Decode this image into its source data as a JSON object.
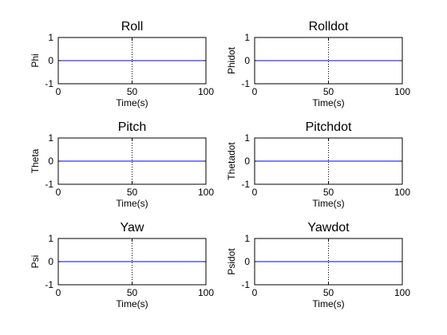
{
  "chart_data": [
    {
      "type": "line",
      "title": "Roll",
      "xlabel": "Time(s)",
      "ylabel": "Phi",
      "xlim": [
        0,
        100
      ],
      "ylim": [
        -1,
        1
      ],
      "xticks": [
        0,
        50,
        100
      ],
      "yticks": [
        -1,
        0,
        1
      ],
      "x": [
        0,
        100
      ],
      "y": [
        0,
        0
      ],
      "marker_line_x": 50,
      "line_color": "#0000ff"
    },
    {
      "type": "line",
      "title": "Rolldot",
      "xlabel": "Time(s)",
      "ylabel": "Phidot",
      "xlim": [
        0,
        100
      ],
      "ylim": [
        -1,
        1
      ],
      "xticks": [
        0,
        50,
        100
      ],
      "yticks": [
        -1,
        0,
        1
      ],
      "x": [
        0,
        100
      ],
      "y": [
        0,
        0
      ],
      "marker_line_x": 50,
      "line_color": "#0000ff"
    },
    {
      "type": "line",
      "title": "Pitch",
      "xlabel": "Time(s)",
      "ylabel": "Theta",
      "xlim": [
        0,
        100
      ],
      "ylim": [
        -1,
        1
      ],
      "xticks": [
        0,
        50,
        100
      ],
      "yticks": [
        -1,
        0,
        1
      ],
      "x": [
        0,
        100
      ],
      "y": [
        0,
        0
      ],
      "marker_line_x": 50,
      "line_color": "#0000ff"
    },
    {
      "type": "line",
      "title": "Pitchdot",
      "xlabel": "Time(s)",
      "ylabel": "Thetadot",
      "xlim": [
        0,
        100
      ],
      "ylim": [
        -1,
        1
      ],
      "xticks": [
        0,
        50,
        100
      ],
      "yticks": [
        -1,
        0,
        1
      ],
      "x": [
        0,
        100
      ],
      "y": [
        0,
        0
      ],
      "marker_line_x": 50,
      "line_color": "#0000ff"
    },
    {
      "type": "line",
      "title": "Yaw",
      "xlabel": "Time(s)",
      "ylabel": "Psi",
      "xlim": [
        0,
        100
      ],
      "ylim": [
        -1,
        1
      ],
      "xticks": [
        0,
        50,
        100
      ],
      "yticks": [
        -1,
        0,
        1
      ],
      "x": [
        0,
        100
      ],
      "y": [
        0,
        0
      ],
      "marker_line_x": 50,
      "line_color": "#0000ff"
    },
    {
      "type": "line",
      "title": "Yawdot",
      "xlabel": "Time(s)",
      "ylabel": "Psidot",
      "xlim": [
        0,
        100
      ],
      "ylim": [
        -1,
        1
      ],
      "xticks": [
        0,
        50,
        100
      ],
      "yticks": [
        -1,
        0,
        1
      ],
      "x": [
        0,
        100
      ],
      "y": [
        0,
        0
      ],
      "marker_line_x": 50,
      "line_color": "#0000ff"
    }
  ]
}
